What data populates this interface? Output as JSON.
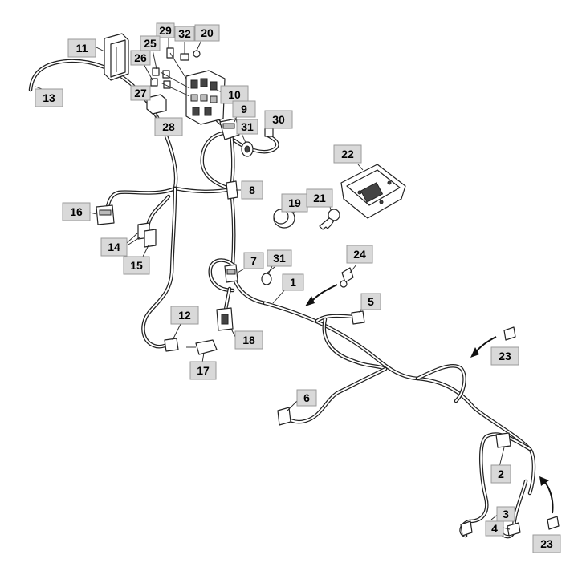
{
  "callouts": {
    "c1": "1",
    "c2": "2",
    "c3": "3",
    "c4": "4",
    "c5": "5",
    "c6": "6",
    "c7": "7",
    "c8": "8",
    "c9": "9",
    "c10": "10",
    "c11": "11",
    "c12": "12",
    "c13": "13",
    "c14": "14",
    "c15": "15",
    "c16": "16",
    "c17": "17",
    "c18": "18",
    "c19": "19",
    "c20": "20",
    "c21": "21",
    "c22": "22",
    "c23a": "23",
    "c23b": "23",
    "c24": "24",
    "c25": "25",
    "c26": "26",
    "c27": "27",
    "c28": "28",
    "c29": "29",
    "c30": "30",
    "c31a": "31",
    "c31b": "31",
    "c32": "32"
  },
  "colors": {
    "line": "#222222",
    "label_fill": "#d9d9d9",
    "label_border": "#9a9a9a"
  }
}
